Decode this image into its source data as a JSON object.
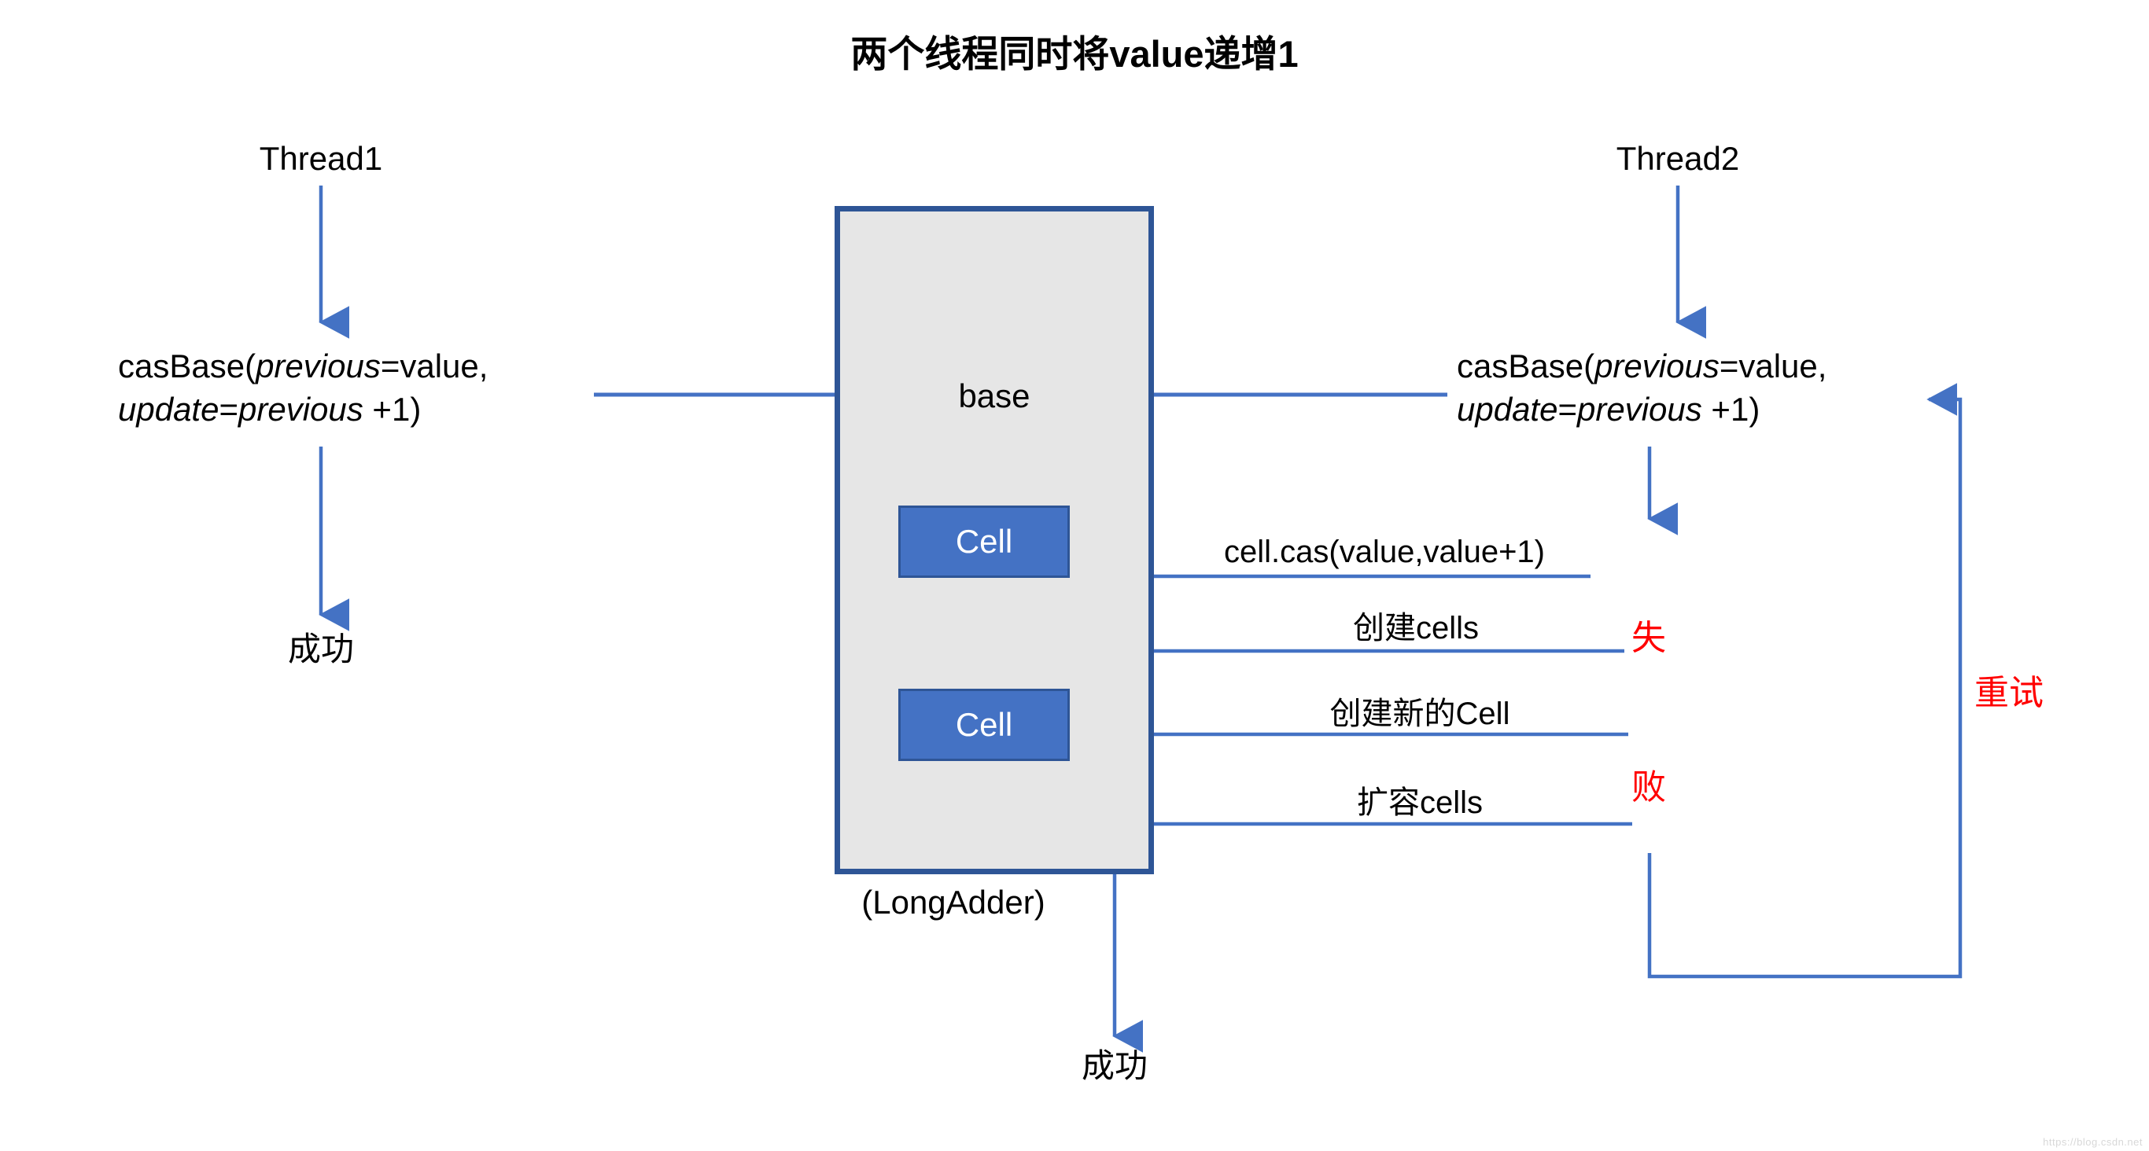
{
  "title": "两个线程同时将value递增1",
  "threads": {
    "left": {
      "name": "Thread1",
      "cas_call": {
        "prefix": "casBase(",
        "param1_name": "previous",
        "param1_value": "=value,",
        "param2_name": "update",
        "param2_eq": "=",
        "param2_ref": "previous",
        "param2_suffix": " +1)"
      },
      "result": "成功"
    },
    "right": {
      "name": "Thread2",
      "cas_call": {
        "prefix": "casBase(",
        "param1_name": "previous",
        "param1_value": "=value,",
        "param2_name": "update",
        "param2_eq": "=",
        "param2_ref": "previous",
        "param2_suffix": " +1)"
      },
      "failure_char_1": "失",
      "failure_char_2": "败",
      "retry_label": "重试"
    }
  },
  "longadder": {
    "caption": "(LongAdder)",
    "base_label": "base",
    "cells": [
      {
        "label": "Cell"
      },
      {
        "label": "Cell"
      }
    ],
    "result": "成功"
  },
  "operation_labels": [
    {
      "text": "cell.cas(value,value+1)"
    },
    {
      "text": "创建cells"
    },
    {
      "text": "创建新的Cell"
    },
    {
      "text": "扩容cells"
    }
  ],
  "colors": {
    "arrow_blue": "#4472C4",
    "box_border": "#2E5596",
    "box_fill": "#E6E6E6",
    "cell_fill": "#4472C4",
    "red": "#FF0000"
  },
  "watermark": "https://blog.csdn.net"
}
